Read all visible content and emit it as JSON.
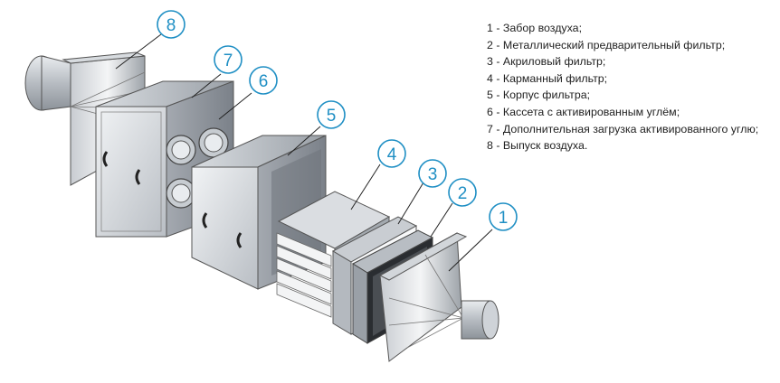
{
  "accent": "#1f8fc4",
  "legend": [
    {
      "num": "1",
      "text": "1 - Забор воздуха;"
    },
    {
      "num": "2",
      "text": "2 - Металлический предварительный фильтр;"
    },
    {
      "num": "3",
      "text": "3 - Акриловый фильтр;"
    },
    {
      "num": "4",
      "text": "4 - Карманный фильтр;"
    },
    {
      "num": "5",
      "text": "5 - Корпус фильтра;"
    },
    {
      "num": "6",
      "text": "6 - Кассета с активированным углём;"
    },
    {
      "num": "7",
      "text": "7 - Дополнительная загрузка активированного углю;"
    },
    {
      "num": "8",
      "text": "8 - Выпуск воздуха."
    }
  ],
  "callouts": [
    "1",
    "2",
    "3",
    "4",
    "5",
    "6",
    "7",
    "8"
  ]
}
